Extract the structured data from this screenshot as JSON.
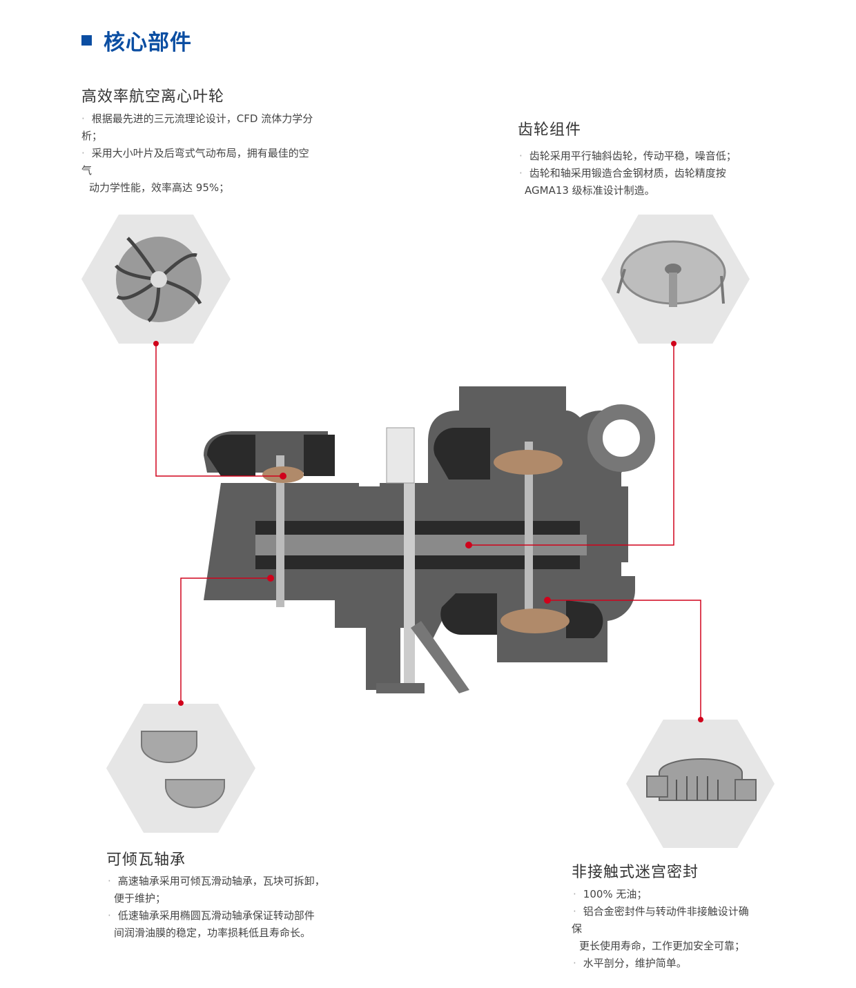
{
  "heading": "核心部件",
  "impeller": {
    "title": "高效率航空离心叶轮",
    "lines": [
      "根据最先进的三元流理论设计，CFD 流体力学分",
      "析；",
      "采用大小叶片及后弯式气动布局，拥有最佳的空",
      "气",
      "动力学性能，效率高达 95%；"
    ]
  },
  "gear": {
    "title": "齿轮组件",
    "lines": [
      "齿轮采用平行轴斜齿轮，传动平稳，噪音低；",
      "齿轮和轴采用锻造合金钢材质，齿轮精度按",
      "AGMA13 级标准设计制造。"
    ]
  },
  "bearing": {
    "title": "可倾瓦轴承",
    "lines": [
      "高速轴承采用可倾瓦滑动轴承，瓦块可拆卸，",
      "便于维护；",
      "低速轴承采用椭圆瓦滑动轴承保证转动部件",
      "间润滑油膜的稳定，功率损耗低且寿命长。"
    ]
  },
  "seal": {
    "title": "非接触式迷宫密封",
    "lines": [
      "100% 无油；",
      "铝合金密封件与转动件非接触设计确",
      "保",
      "更长使用寿命，工作更加安全可靠；",
      "水平剖分，维护简单。"
    ]
  },
  "colors": {
    "accent": "#0b4ea2",
    "callout": "#d0021b",
    "hex": "#e6e6e6"
  }
}
